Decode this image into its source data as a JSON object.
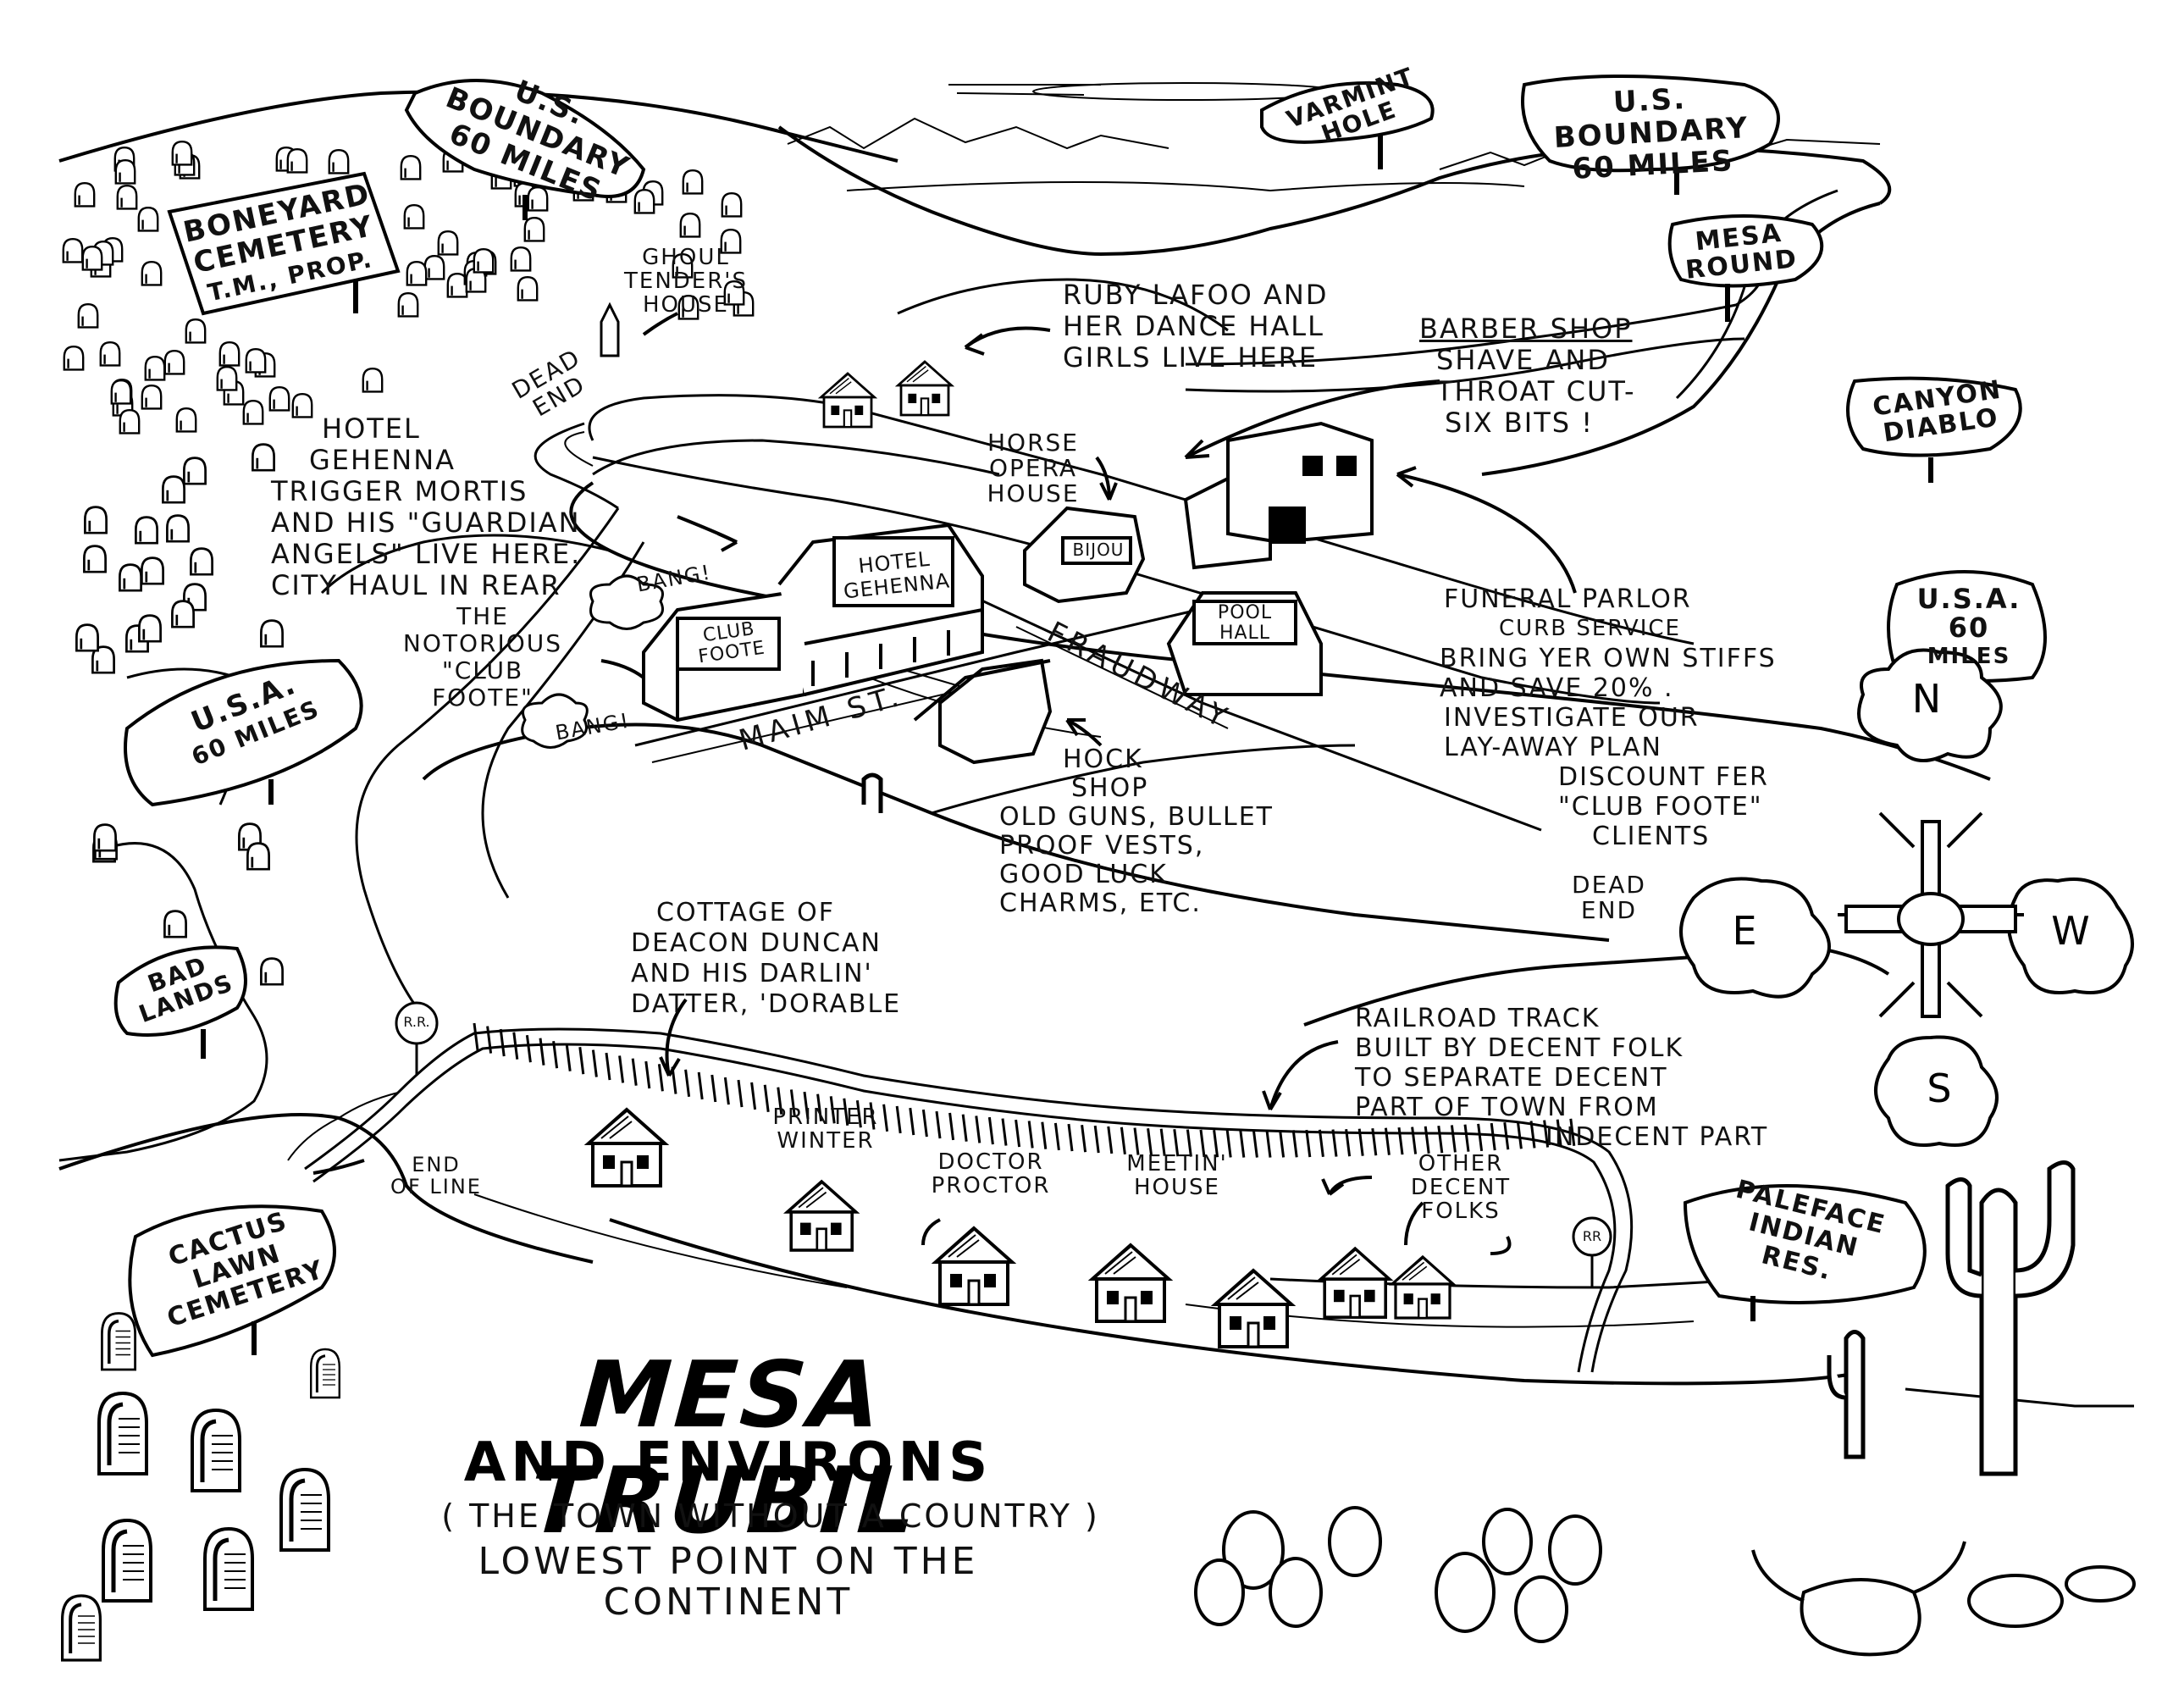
{
  "title": {
    "main": "MESA TRUBIL",
    "sub": "AND ENVIRONS",
    "tagline": "( THE TOWN WITHOUT A COUNTRY )",
    "note_line1": "LOWEST POINT ON",
    "note_line2": "THE CONTINENT"
  },
  "signs": {
    "boneyard": [
      "BONEYARD",
      "CEMETERY",
      "T.M., PROP."
    ],
    "us_boundary_left": [
      "U.S.",
      "BOUNDARY",
      "60 MILES"
    ],
    "varmint_hole": [
      "VARMINT",
      "HOLE"
    ],
    "us_boundary_right": [
      "U.S.",
      "BOUNDARY",
      "60 MILES"
    ],
    "mesa_round": [
      "MESA",
      "ROUND"
    ],
    "canyon_diablo": [
      "CANYON",
      "DIABLO"
    ],
    "usa_right": [
      "U.S.A.",
      "60",
      "MILES"
    ],
    "usa_left": [
      "U.S.A.",
      "60 MILES"
    ],
    "bad_lands": [
      "BAD",
      "LANDS"
    ],
    "cactus_lawn": [
      "CACTUS",
      "LAWN",
      "CEMETERY"
    ],
    "paleface": [
      "PALEFACE",
      "INDIAN",
      "RES."
    ]
  },
  "labels": {
    "ghoul_tender": [
      "GHOUL",
      "TENDER'S",
      "HOUSE"
    ],
    "dead_end_top": [
      "DEAD",
      "END"
    ],
    "ruby_lafoo": [
      "RUBY LAFOO AND",
      "HER DANCE HALL",
      "GIRLS LIVE HERE"
    ],
    "barber_shop": [
      "BARBER SHOP",
      "SHAVE AND",
      "THROAT CUT-",
      "SIX BITS !"
    ],
    "horse_opera": [
      "HORSE",
      "OPERA",
      "HOUSE"
    ],
    "hotel_gehenna_note": [
      "HOTEL",
      "GEHENNA",
      "TRIGGER MORTIS",
      "AND HIS \"GUARDIAN",
      "ANGELS\" LIVE HERE.",
      "CITY HAUL IN REAR"
    ],
    "club_foote_note": [
      "THE",
      "NOTORIOUS",
      "\"CLUB",
      "FOOTE\""
    ],
    "funeral_parlor": [
      "FUNERAL PARLOR",
      "CURB SERVICE",
      "BRING YER OWN STIFFS",
      "AND SAVE 20% .",
      "INVESTIGATE OUR",
      "LAY-AWAY PLAN",
      "DISCOUNT FER",
      "\"CLUB FOOTE\"",
      "CLIENTS"
    ],
    "hock_shop": [
      "HOCK",
      "SHOP",
      "OLD GUNS, BULLET",
      "PROOF VESTS,",
      "GOOD LUCK",
      "CHARMS, ETC."
    ],
    "dead_end_right": [
      "DEAD",
      "END"
    ],
    "cottage_deacon": [
      "COTTAGE OF",
      "DEACON DUNCAN",
      "AND HIS DARLIN'",
      "DATTER, 'DORABLE"
    ],
    "railroad": [
      "RAILROAD TRACK",
      "BUILT BY DECENT FOLK",
      "TO SEPARATE DECENT",
      "PART OF TOWN FROM",
      "INDECENT PART"
    ],
    "printer_winter": [
      "PRINTER",
      "WINTER"
    ],
    "doctor_proctor": [
      "DOCTOR",
      "PROCTOR"
    ],
    "meetin_house": [
      "MEETIN'",
      "HOUSE"
    ],
    "other_folks": [
      "OTHER",
      "DECENT",
      "FOLKS"
    ],
    "end_of_line": [
      "END",
      "OF LINE"
    ],
    "rr_left": "R.R.",
    "rr_right": "RR"
  },
  "buildings": {
    "club_foote": [
      "CLUB",
      "FOOTE"
    ],
    "hotel": [
      "HOTEL",
      "GEHENNA"
    ],
    "bijou": "BIJOU",
    "pool_hall": [
      "POOL",
      "HALL"
    ]
  },
  "streets": {
    "main": "MAIM ST.",
    "fraudway": "FRAUDWAY"
  },
  "sfx": {
    "bang1": "BANG!",
    "bang2": "BANG!"
  },
  "compass": {
    "n": "N",
    "s": "S",
    "e": "E",
    "w": "W"
  }
}
